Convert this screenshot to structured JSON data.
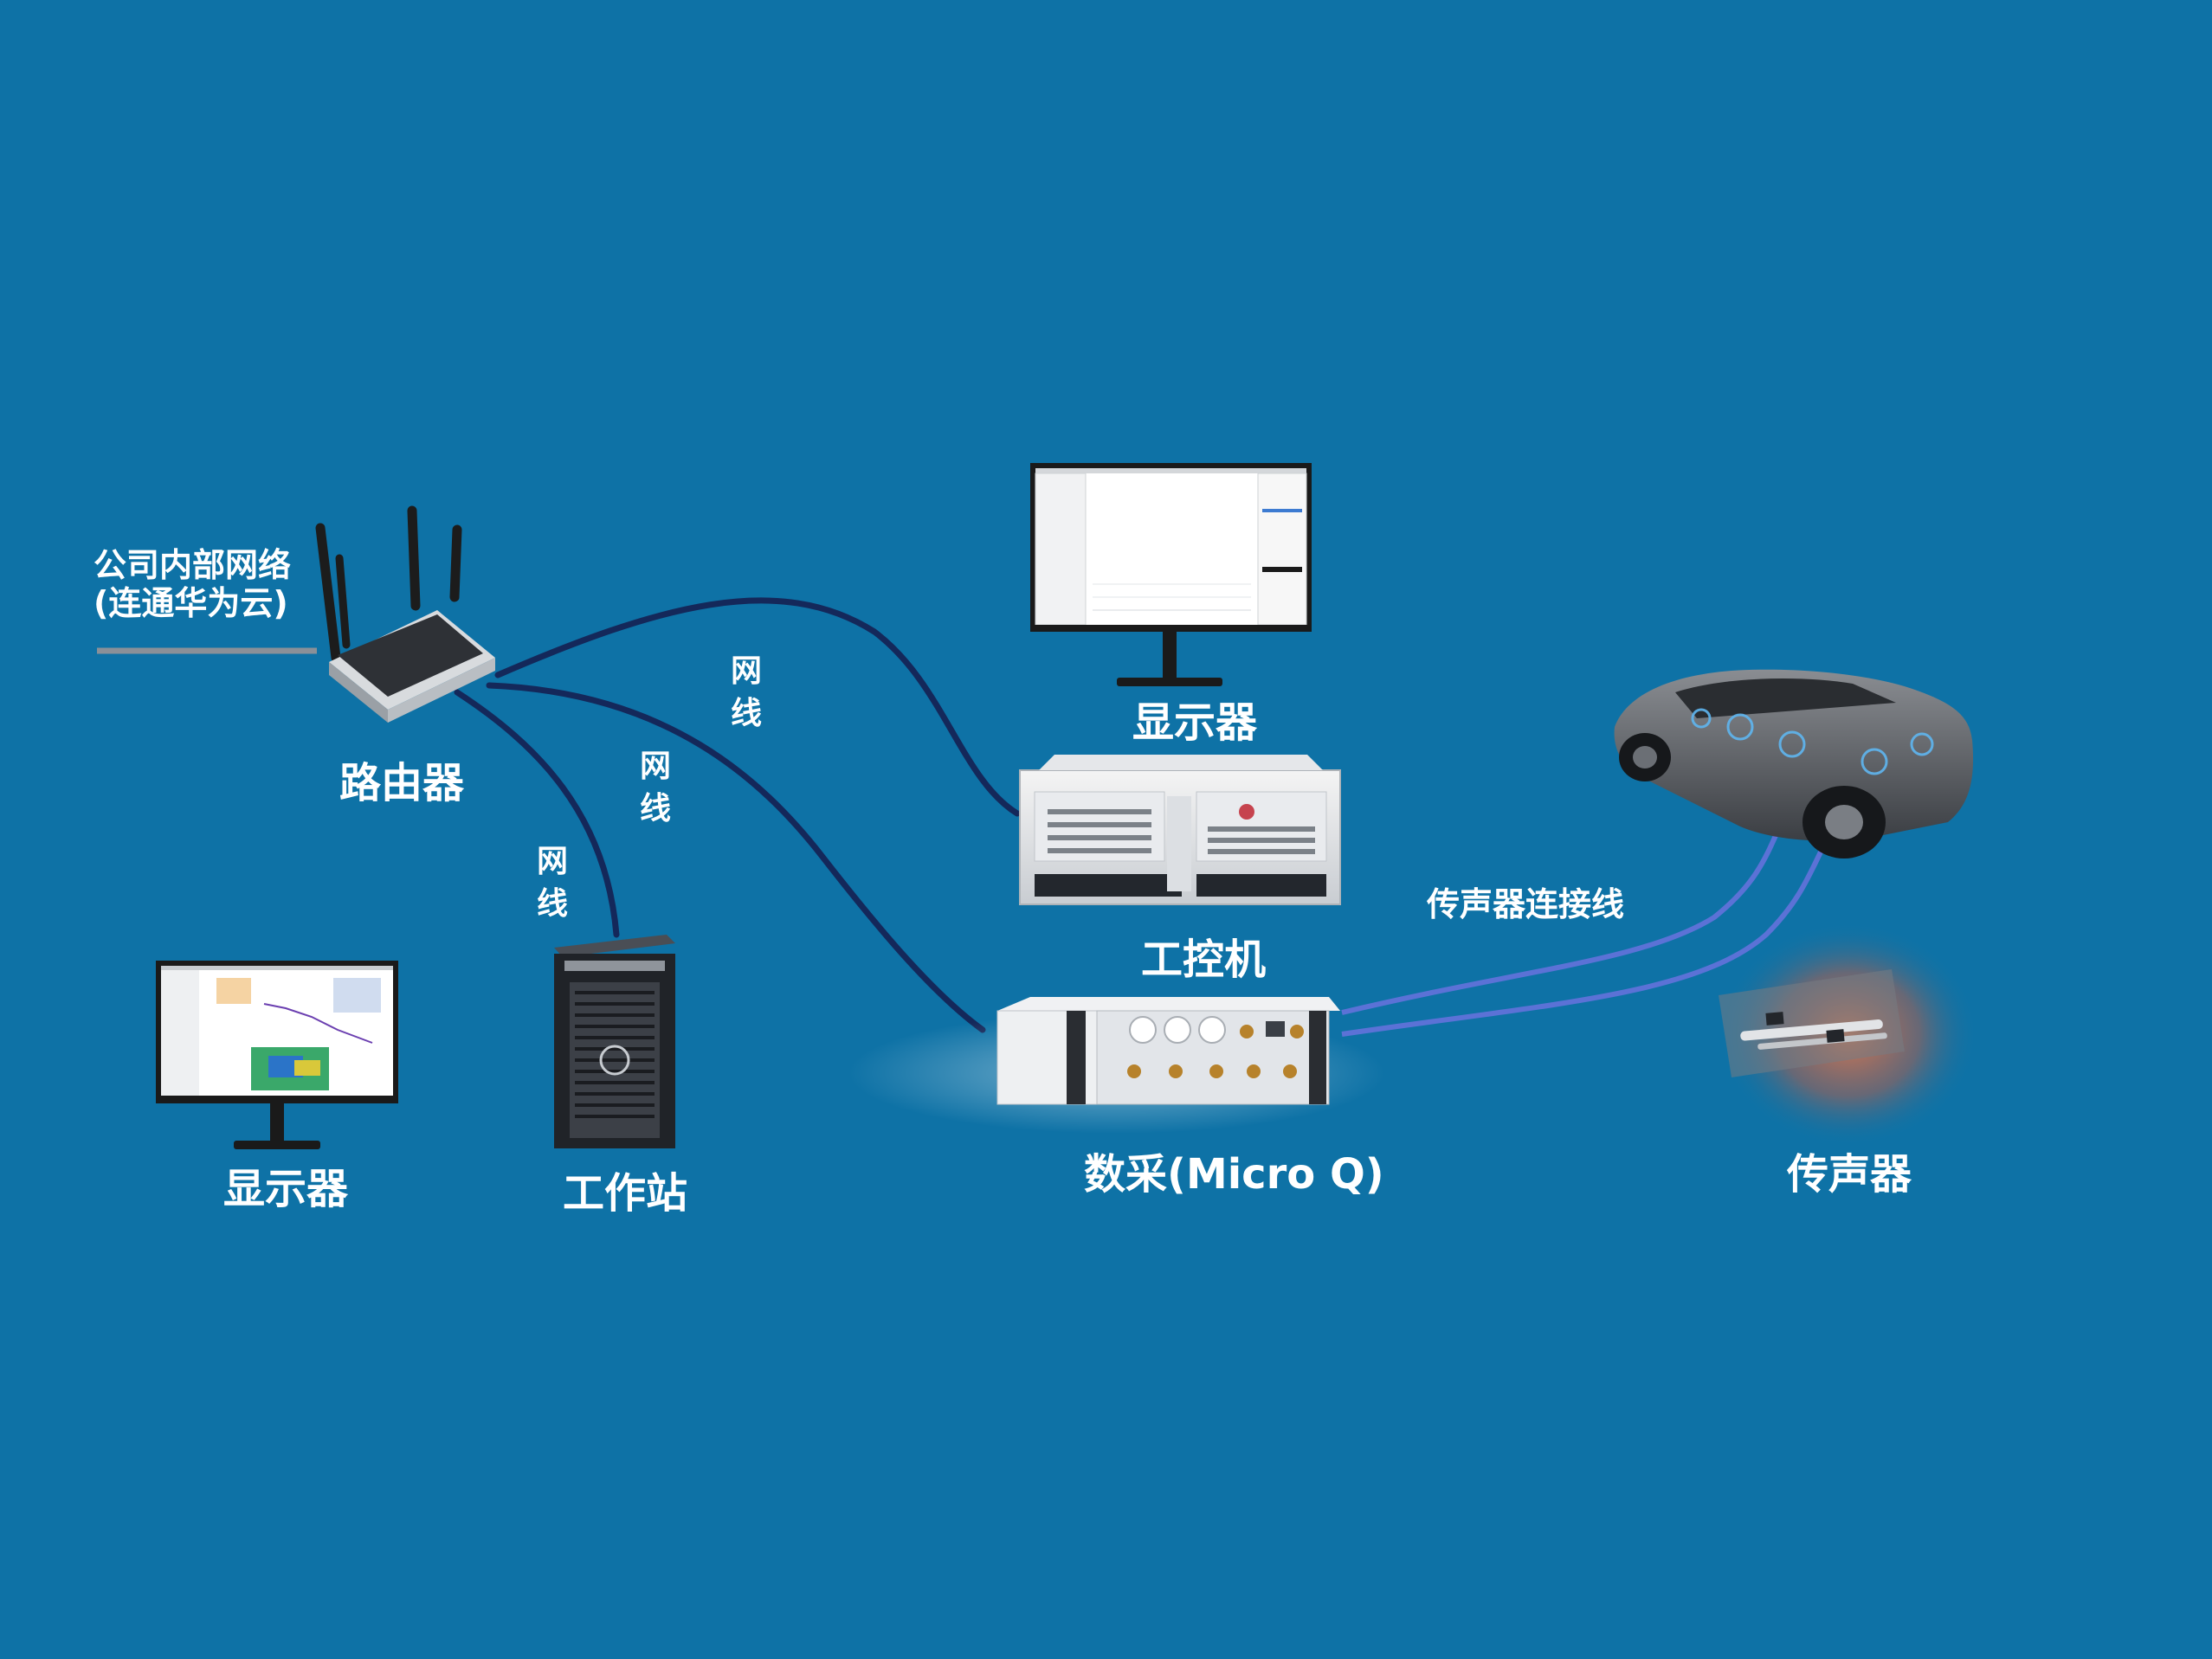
{
  "network": {
    "line1": "公司内部网络",
    "line2": "(连通华为云)"
  },
  "router": {
    "label": "路由器",
    "icon": "wifi-router-icon"
  },
  "cables": {
    "net_a": "网线",
    "net_b": "网线",
    "net_c": "网线",
    "mic_cable": "传声器连接线"
  },
  "monitor_top": {
    "label": "显示器",
    "icon": "monitor-icon"
  },
  "ipc": {
    "label": "工控机",
    "icon": "industrial-pc-icon"
  },
  "daq": {
    "label": "数采(Micro Q)",
    "icon": "daq-device-icon"
  },
  "monitor_left": {
    "label": "显示器",
    "icon": "monitor-icon"
  },
  "workstation": {
    "label": "工作站",
    "icon": "tower-pc-icon"
  },
  "microphone": {
    "label": "传声器",
    "icon": "microphone-icon"
  },
  "car": {
    "icon": "car-icon"
  },
  "colors": {
    "background": "#0e72a6",
    "ethernet_cable": "#14285a",
    "mic_cable": "#5b72d6",
    "label": "#ffffff"
  }
}
